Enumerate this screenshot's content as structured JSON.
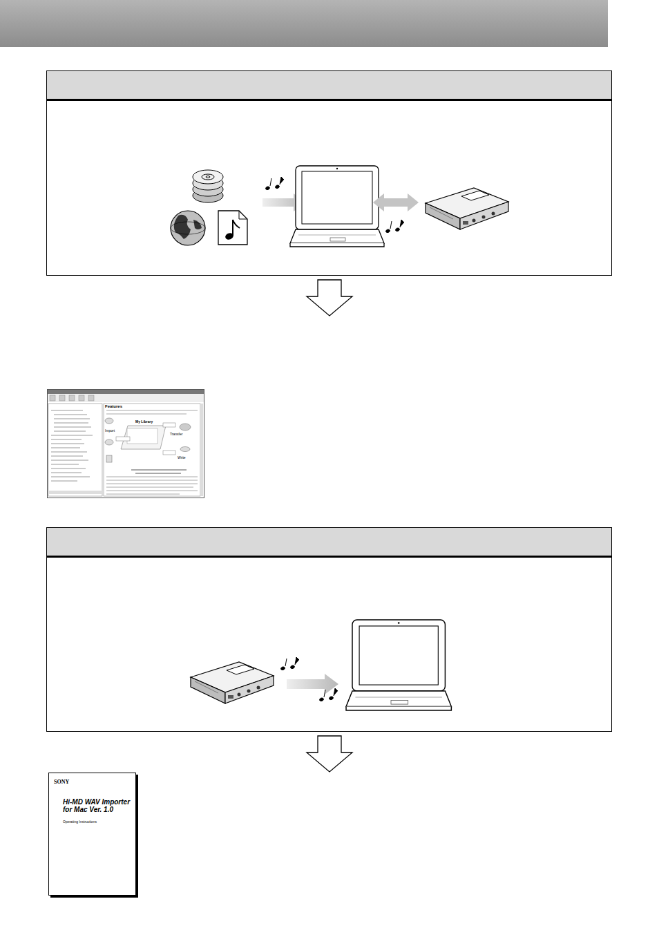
{
  "diagram": {
    "nodes": [
      {
        "text": [
          "SONY",
          "Hi-MD WAV Importer for Mac Ver. 1.0",
          "Operating Instructions"
        ]
      }
    ],
    "labels": [
      "Features",
      "Import",
      "Transfer",
      "Write",
      "My Library"
    ]
  }
}
